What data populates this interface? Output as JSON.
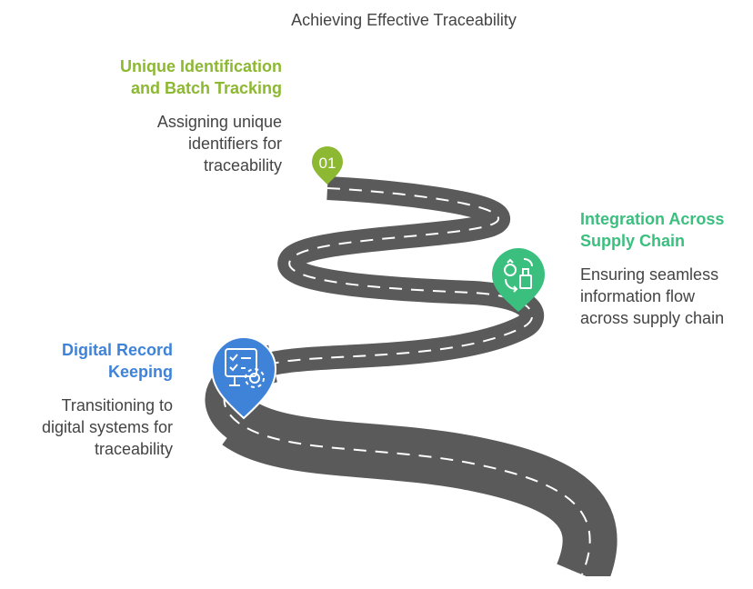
{
  "title": "Achieving Effective Traceability",
  "steps": [
    {
      "marker": "01",
      "heading": "Unique Identification and Batch Tracking",
      "heading_lines": [
        "Unique Identification",
        "and Batch Tracking"
      ],
      "description_lines": [
        "Assigning unique",
        "identifiers for",
        "traceability"
      ],
      "color": "#8cb832",
      "icon": "number-marker"
    },
    {
      "heading": "Integration Across Supply Chain",
      "heading_lines": [
        "Integration Across",
        "Supply Chain"
      ],
      "description_lines": [
        "Ensuring seamless",
        "information flow",
        "across supply chain"
      ],
      "color": "#3bbf7e",
      "icon": "supply-chain-icon"
    },
    {
      "heading": "Digital Record Keeping",
      "heading_lines": [
        "Digital Record",
        "Keeping"
      ],
      "description_lines": [
        "Transitioning to",
        "digital systems for",
        "traceability"
      ],
      "color": "#3f83d9",
      "icon": "checklist-gear-icon"
    }
  ]
}
